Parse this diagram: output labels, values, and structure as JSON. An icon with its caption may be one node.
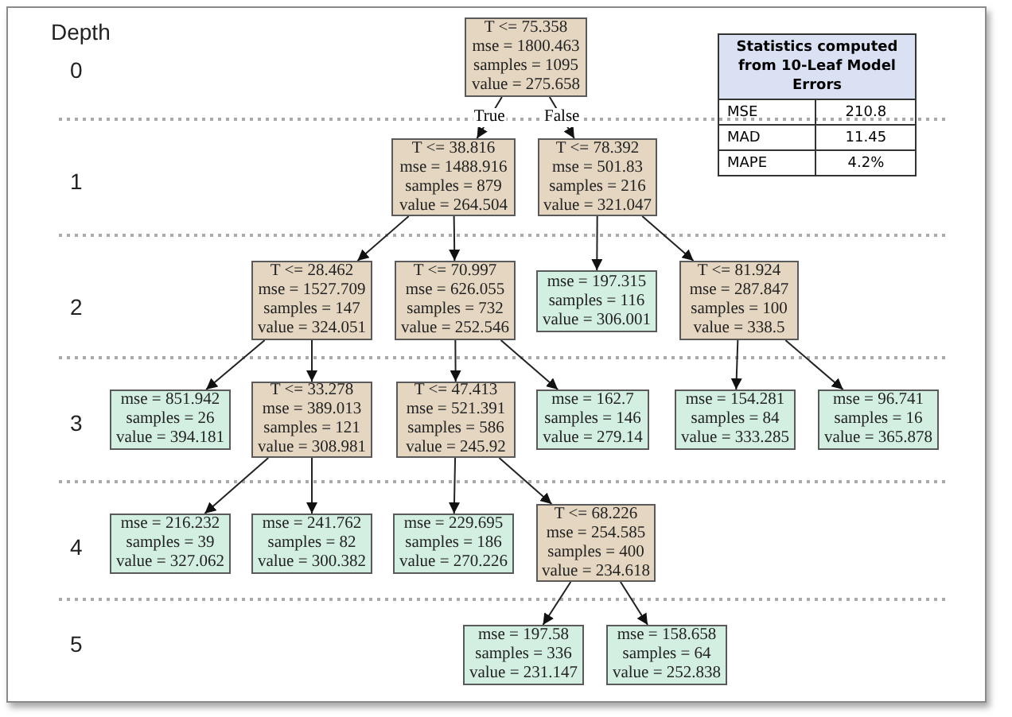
{
  "diagram": {
    "nodes": [
      {
        "text": [
          "T <= 75.358",
          "mse = 1800.463",
          "samples = 1095",
          "value = 275.658"
        ]
      },
      {
        "text": [
          "T <= 38.816",
          "mse = 1488.916",
          "samples = 879",
          "value = 264.504"
        ]
      },
      {
        "text": [
          "T <= 78.392",
          "mse = 501.83",
          "samples = 216",
          "value = 321.047"
        ]
      },
      {
        "text": [
          "T <= 28.462",
          "mse = 1527.709",
          "samples = 147",
          "value = 324.051"
        ]
      },
      {
        "text": [
          "T <= 70.997",
          "mse = 626.055",
          "samples = 732",
          "value = 252.546"
        ]
      },
      {
        "text": [
          "mse = 197.315",
          "samples = 116",
          "value = 306.001"
        ]
      },
      {
        "text": [
          "T <= 81.924",
          "mse = 287.847",
          "samples = 100",
          "value = 338.5"
        ]
      },
      {
        "text": [
          "mse = 851.942",
          "samples = 26",
          "value = 394.181"
        ]
      },
      {
        "text": [
          "T <= 33.278",
          "mse = 389.013",
          "samples = 121",
          "value = 308.981"
        ]
      },
      {
        "text": [
          "T <= 47.413",
          "mse = 521.391",
          "samples = 586",
          "value = 245.92"
        ]
      },
      {
        "text": [
          "mse = 162.7",
          "samples = 146",
          "value = 279.14"
        ]
      },
      {
        "text": [
          "mse = 154.281",
          "samples = 84",
          "value = 333.285"
        ]
      },
      {
        "text": [
          "mse = 96.741",
          "samples = 16",
          "value = 365.878"
        ]
      },
      {
        "text": [
          "mse = 216.232",
          "samples = 39",
          "value = 327.062"
        ]
      },
      {
        "text": [
          "mse = 241.762",
          "samples = 82",
          "value = 300.382"
        ]
      },
      {
        "text": [
          "mse = 229.695",
          "samples = 186",
          "value = 270.226"
        ]
      },
      {
        "text": [
          "T <= 68.226",
          "mse = 254.585",
          "samples = 400",
          "value = 234.618"
        ]
      },
      {
        "text": [
          "mse = 197.58",
          "samples = 336",
          "value = 231.147"
        ]
      },
      {
        "text": [
          "mse = 158.658",
          "samples = 64",
          "value = 252.838"
        ]
      }
    ],
    "edges": [
      {
        "from": 0,
        "to": 1,
        "arrow": "to",
        "label": "True"
      },
      {
        "from": 0,
        "to": 2,
        "arrow": "to",
        "label": "False"
      },
      {
        "from": 1,
        "to": 3,
        "arrow": "to"
      },
      {
        "from": 1,
        "to": 4,
        "arrow": "to"
      },
      {
        "from": 2,
        "to": 5,
        "arrow": "to"
      },
      {
        "from": 2,
        "to": 6,
        "arrow": "to"
      },
      {
        "from": 3,
        "to": 7,
        "arrow": "to"
      },
      {
        "from": 3,
        "to": 8,
        "arrow": "to"
      },
      {
        "from": 4,
        "to": 9,
        "arrow": "to"
      },
      {
        "from": 4,
        "to": 10,
        "arrow": "to"
      },
      {
        "from": 6,
        "to": 11,
        "arrow": "to"
      },
      {
        "from": 6,
        "to": 12,
        "arrow": "to"
      },
      {
        "from": 8,
        "to": 13,
        "arrow": "to"
      },
      {
        "from": 8,
        "to": 14,
        "arrow": "to"
      },
      {
        "from": 9,
        "to": 15,
        "arrow": "to"
      },
      {
        "from": 9,
        "to": 16,
        "arrow": "to"
      },
      {
        "from": 16,
        "to": 17,
        "arrow": "to"
      },
      {
        "from": 16,
        "to": 18,
        "arrow": "to"
      }
    ],
    "labels": [
      "Depth",
      "0",
      "1",
      "2",
      "3",
      "4",
      "5",
      "Statistics computed from 10-Leaf Model Errors",
      "MSE",
      "210.8",
      "MAD",
      "11.45",
      "MAPE",
      "4.2%"
    ]
  }
}
